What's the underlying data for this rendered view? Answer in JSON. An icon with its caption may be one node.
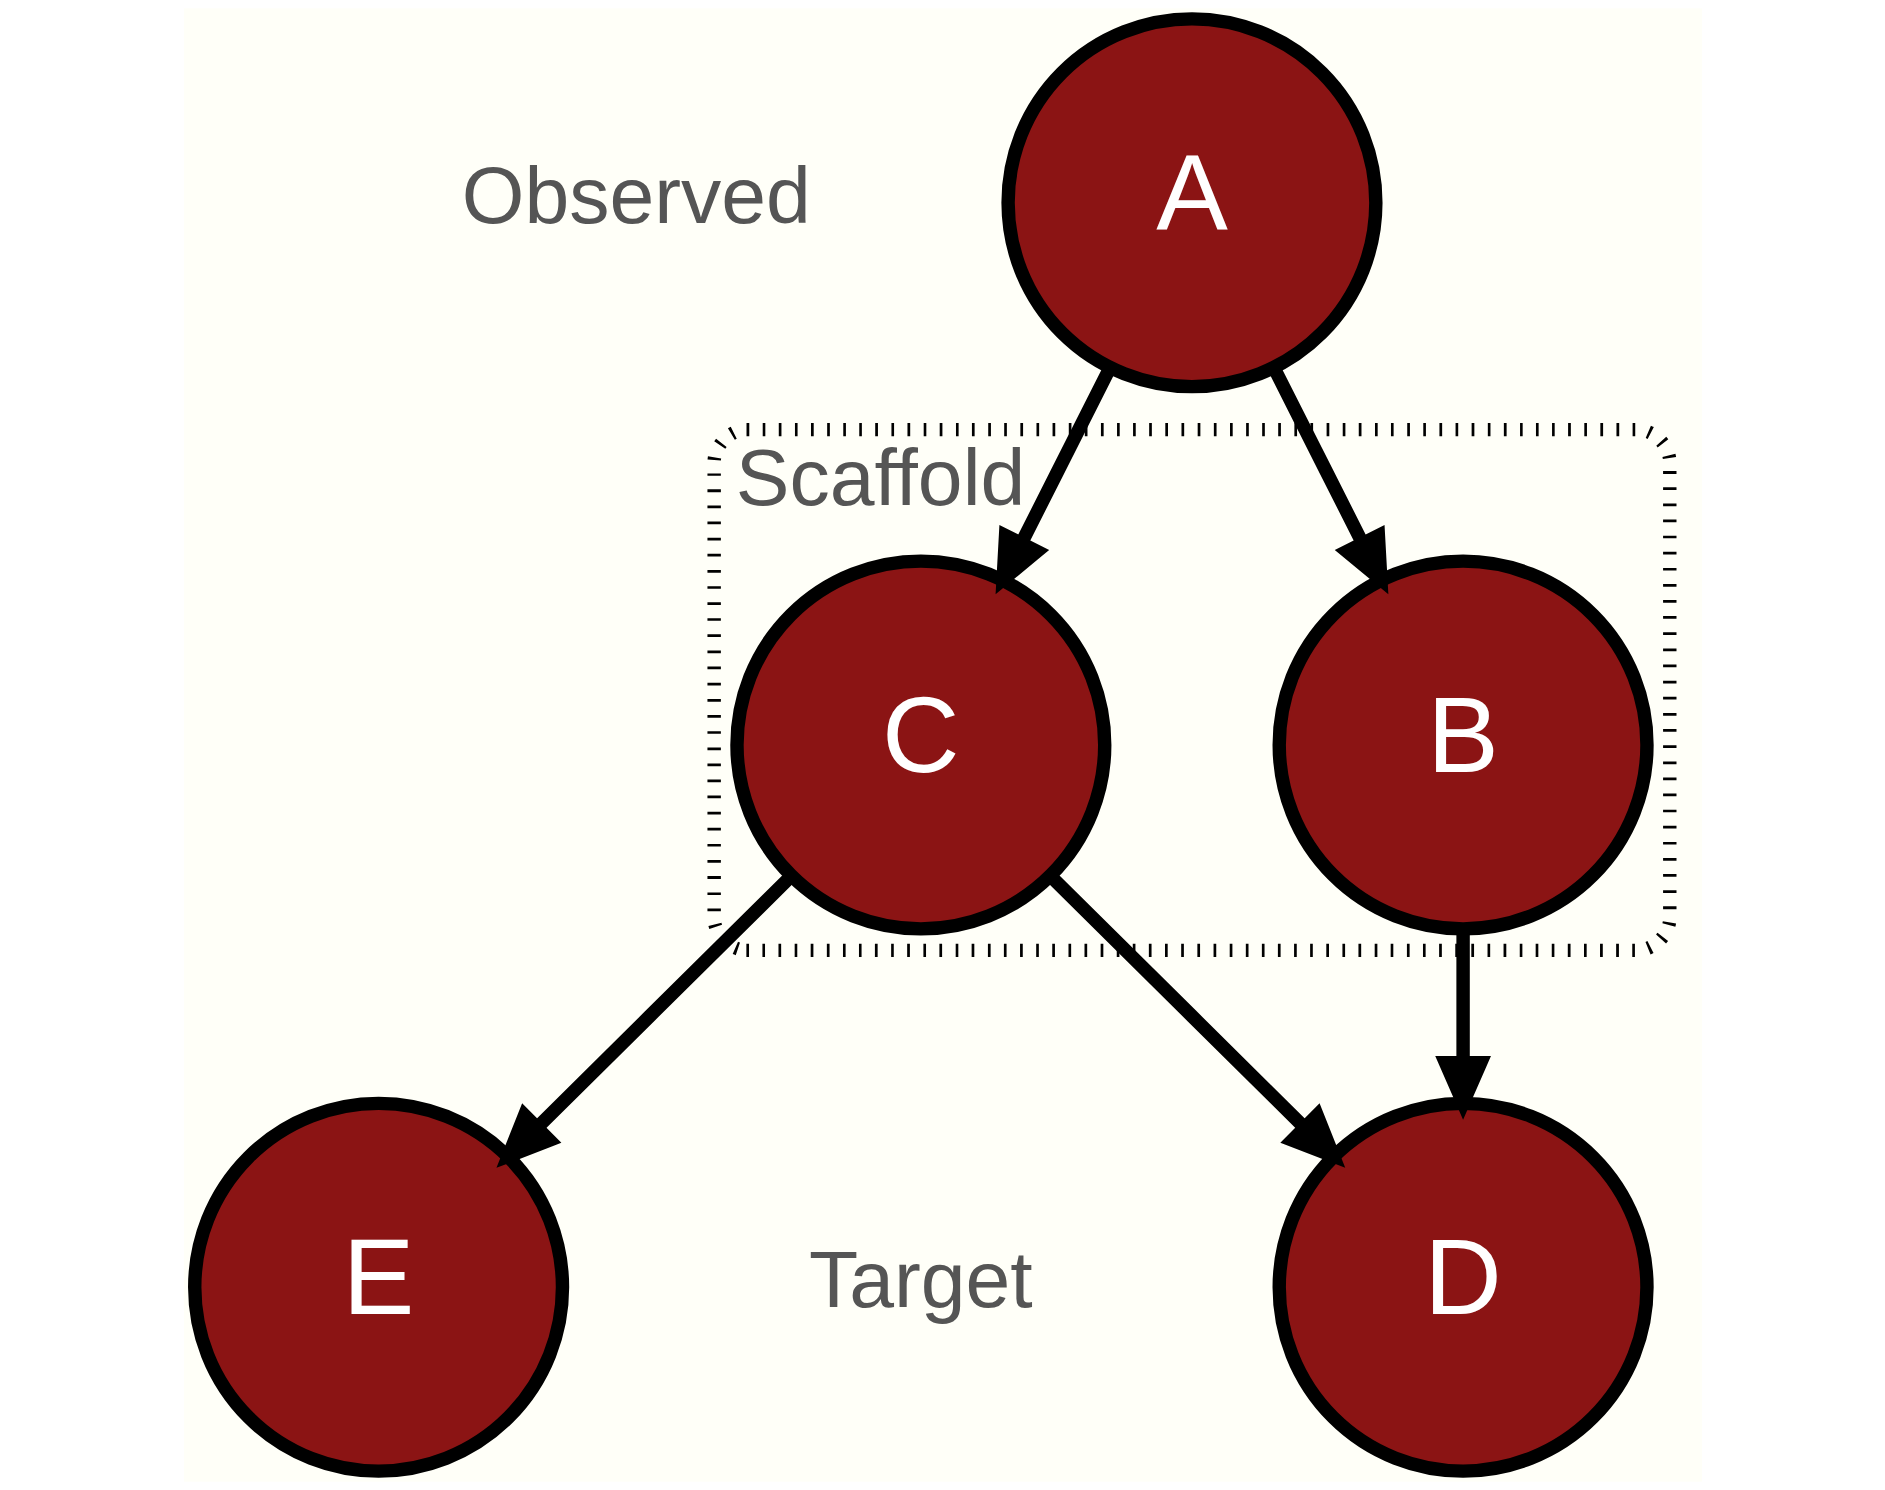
{
  "diagram": {
    "nodes": [
      {
        "text": [
          "A"
        ],
        "beside": [
          "Observed"
        ]
      },
      {
        "text": [
          "Scaffold"
        ]
      },
      {
        "text": [
          "B"
        ],
        "in": 1
      },
      {
        "text": [
          "C"
        ],
        "in": 1
      },
      {
        "text": [
          "D"
        ],
        "beside": [
          "Target"
        ]
      },
      {
        "text": [
          "E"
        ]
      }
    ],
    "edges": [
      {
        "from": 0,
        "to": 2,
        "arrow": "to"
      },
      {
        "from": 0,
        "to": 3,
        "arrow": "to"
      },
      {
        "from": 2,
        "to": 4,
        "arrow": "to"
      },
      {
        "from": 3,
        "to": 4,
        "arrow": "to"
      },
      {
        "from": 3,
        "to": 5,
        "arrow": "to"
      }
    ]
  }
}
